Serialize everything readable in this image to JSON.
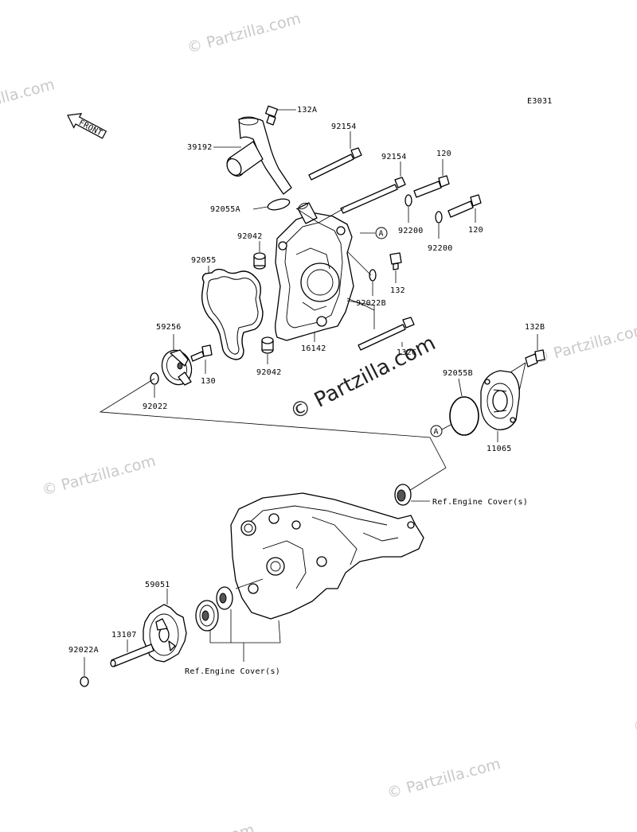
{
  "diagram_code": "E3031",
  "front_label": "FRONT",
  "ref_a": "A",
  "watermark": "© Partzilla.com",
  "watermark_center": "© Partzilla.com",
  "callouts": {
    "p132A": "132A",
    "p39192": "39192",
    "p92154a": "92154",
    "p92154b": "92154",
    "p120a": "120",
    "p120b": "120",
    "p92055A": "92055A",
    "p92200a": "92200",
    "p92200b": "92200",
    "p92042a": "92042",
    "p92055": "92055",
    "p132": "132",
    "p92022B": "92022B",
    "p59256": "59256",
    "p16142": "16142",
    "p132C": "132C",
    "p130": "130",
    "p92042b": "92042",
    "p92022": "92022",
    "p132B": "132B",
    "p92055B": "92055B",
    "p11065": "11065",
    "refEngine1": "Ref.Engine Cover(s)",
    "p59051": "59051",
    "p13107": "13107",
    "p92022A": "92022A",
    "refEngine2": "Ref.Engine Cover(s)"
  }
}
